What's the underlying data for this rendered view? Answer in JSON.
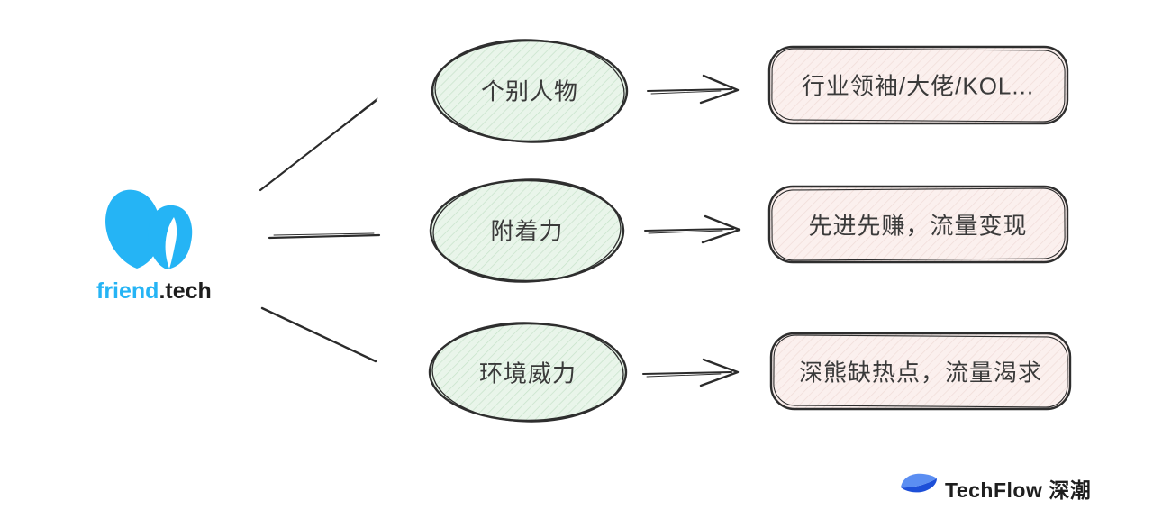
{
  "brand": {
    "friend": "friend",
    "tech": ".tech"
  },
  "diagram": {
    "nodes": [
      {
        "label": "个别人物"
      },
      {
        "label": "附着力"
      },
      {
        "label": "环境威力"
      }
    ],
    "results": [
      {
        "label": "行业领袖/大佬/KOL..."
      },
      {
        "label": "先进先赚，流量变现"
      },
      {
        "label": "深熊缺热点，流量渴求"
      }
    ]
  },
  "footer": {
    "brand": "TechFlow 深潮"
  },
  "colors": {
    "brand_blue": "#25b4f5",
    "node_fill": "#e9f5ea",
    "node_hatch": "#c6e2c9",
    "result_fill": "#fbf0ee",
    "result_hatch": "#f0dcd8",
    "ink": "#2e2e2e",
    "text": "#3a3a3a",
    "leaf_light": "#5b8ef2",
    "leaf_dark": "#1d4fd8"
  }
}
